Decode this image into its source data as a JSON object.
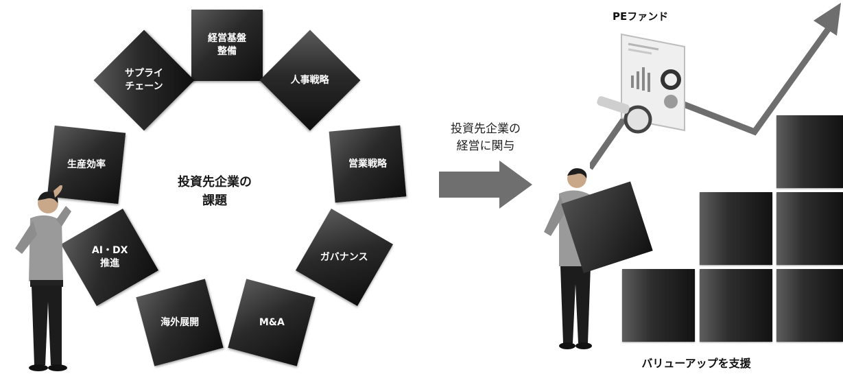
{
  "left_diagram": {
    "center_title": "投資先企業の\n課題",
    "issues": [
      "経営基盤\n整備",
      "人事戦略",
      "営業戦略",
      "ガバナンス",
      "M&A",
      "海外展開",
      "AI・DX\n推進",
      "生産効率",
      "サプライ\nチェーン"
    ]
  },
  "middle": {
    "arrow_label": "投資先企業の\n経営に関与",
    "arrow_color": "#6f6f6f"
  },
  "right_diagram": {
    "pe_fund_label": "PEファンド",
    "caption": "バリューアップを支援",
    "trend_arrow_color": "#6e6e6e"
  },
  "icons": [
    "person-thinking-icon",
    "person-carrying-block-icon",
    "dashboard-magnifier-icon",
    "growth-arrow-icon"
  ]
}
